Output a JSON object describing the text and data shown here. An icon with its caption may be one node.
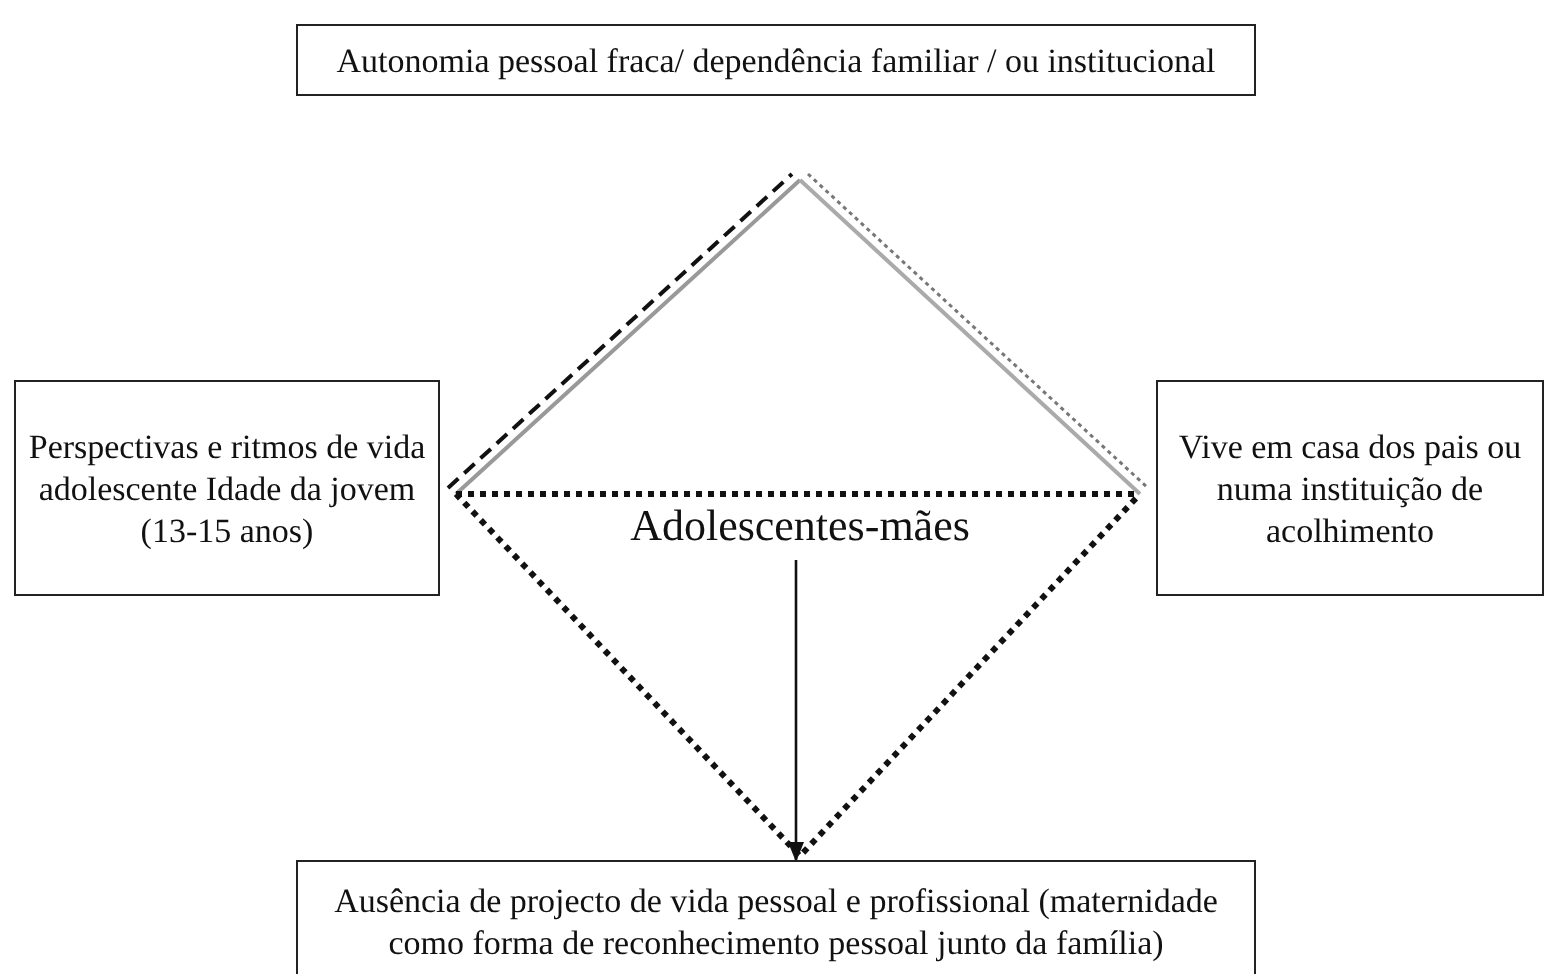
{
  "diagram": {
    "nodes": [
      {
        "text": [
          "Autonomia pessoal fraca/ dependência familiar / ou institucional"
        ]
      },
      {
        "text": [
          "Perspectivas e ritmos de vida adolescente Idade da jovem (13-15 anos)"
        ]
      },
      {
        "text": [
          "Vive em casa dos pais ou numa instituição de acolhimento"
        ]
      },
      {
        "text": [
          "Ausência de projecto de vida pessoal e profissional (maternidade como forma de reconhecimento pessoal junto da família)"
        ]
      },
      {
        "text": [
          "Adolescentes-mães"
        ]
      }
    ],
    "edges": [
      {
        "from": 4,
        "to": 3,
        "arrow": "to"
      }
    ]
  }
}
